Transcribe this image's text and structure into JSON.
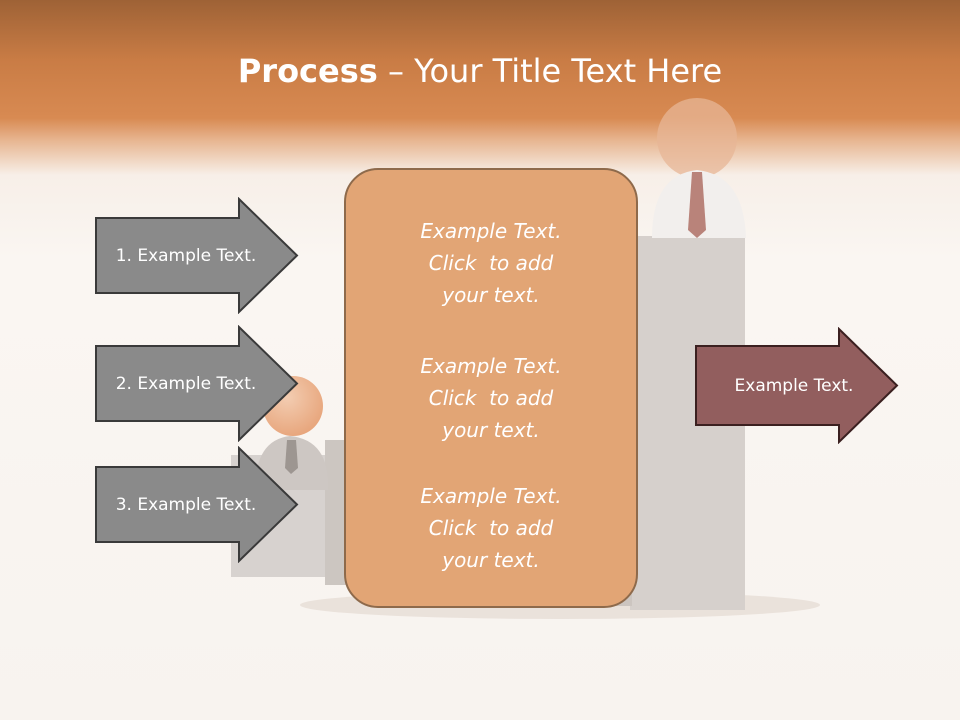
{
  "title": {
    "bold": "Process",
    "rest": " – Your Title Text Here"
  },
  "steps": [
    {
      "label": "1. Example Text."
    },
    {
      "label": "2. Example Text."
    },
    {
      "label": "3. Example Text."
    }
  ],
  "center_box": {
    "blocks": [
      {
        "lines": [
          "Example Text.",
          "Click  to add",
          "your text."
        ]
      },
      {
        "lines": [
          "Example Text.",
          "Click  to add",
          "your text."
        ]
      },
      {
        "lines": [
          "Example Text.",
          "Click  to add",
          "your text."
        ]
      }
    ]
  },
  "output": {
    "label": "Example Text."
  },
  "colors": {
    "header": "#d88a52",
    "step_arrow": "#8a8a8a",
    "step_arrow_border": "#3a3a3a",
    "center_box": "#e2a575",
    "center_box_border": "#8e6a4b",
    "output_arrow": "#925e5e",
    "output_arrow_border": "#3b2020"
  }
}
